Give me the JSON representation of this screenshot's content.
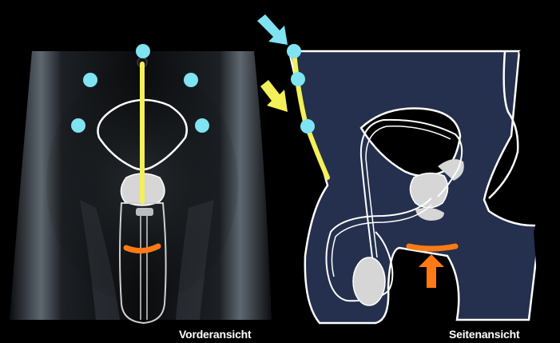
{
  "labels": {
    "front_view": "Vorderansicht",
    "side_view": "Seitenansicht"
  },
  "colors": {
    "background": "#000000",
    "side_body": "#24304d",
    "organ_outline": "#ffffff",
    "marker_dot": "#7fe3f2",
    "incision_path": "#f3f05a",
    "arrow_cyan": "#7fe3f2",
    "arrow_yellow": "#f3f05a",
    "pressure_marker": "#ff7a14"
  },
  "icons": {
    "port_marker": "circle",
    "pointer": "arrow"
  }
}
